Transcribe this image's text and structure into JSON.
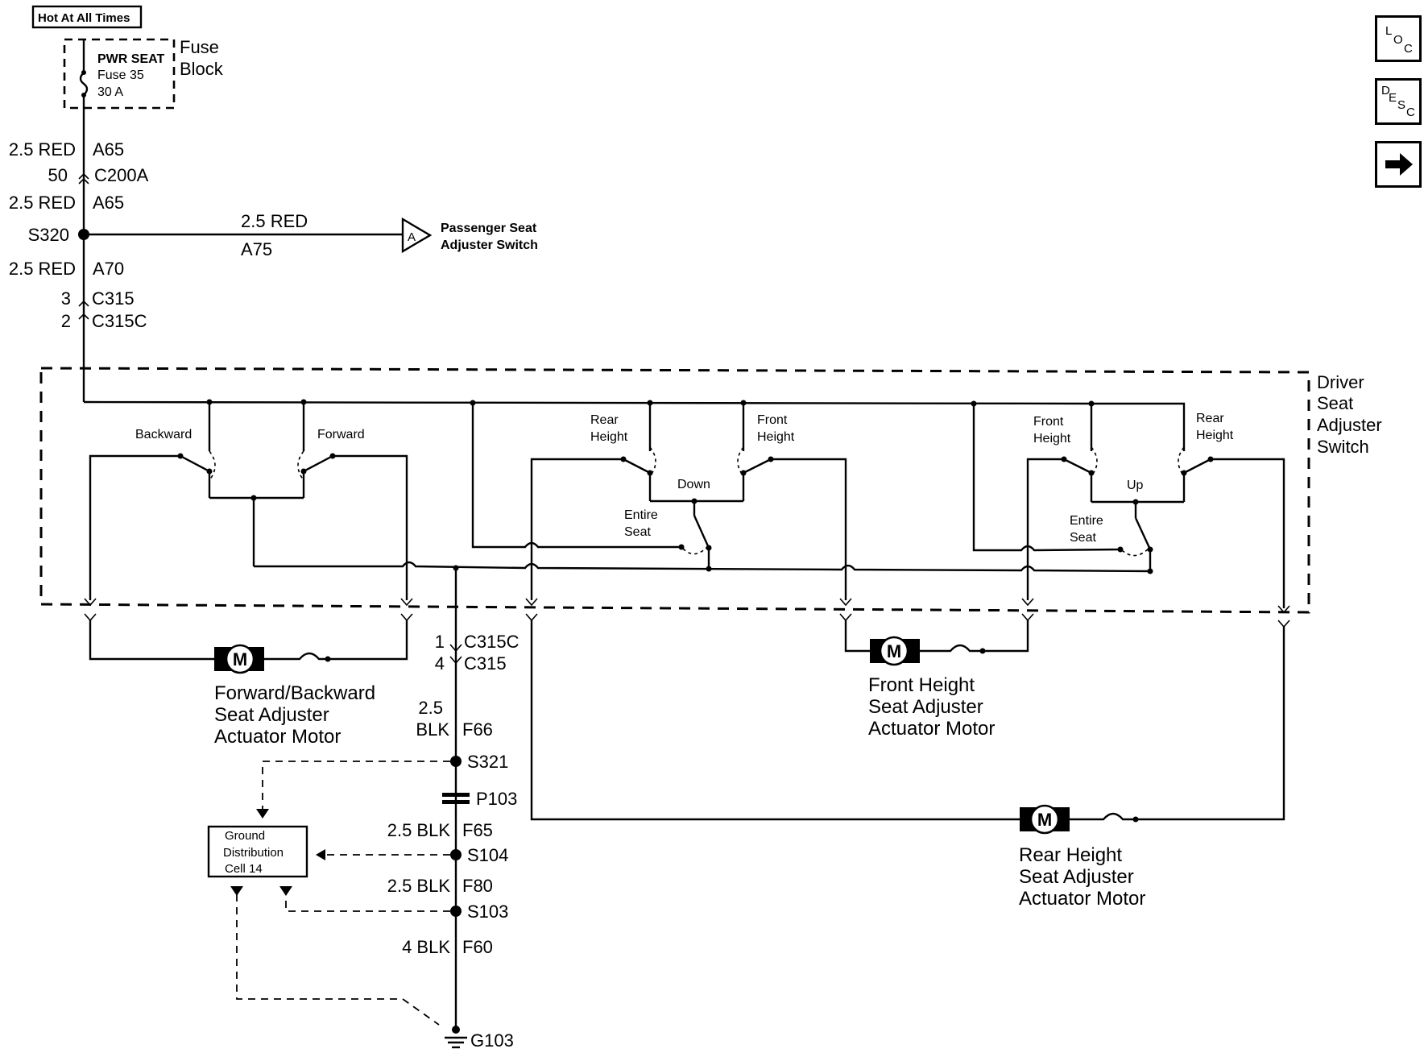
{
  "header": {
    "hot_label": "Hot At All Times"
  },
  "nav": {
    "loc": [
      "L",
      "O",
      "C"
    ],
    "desc": [
      "D",
      "E",
      "S",
      "C"
    ],
    "next_arrow": "arrow-right-icon"
  },
  "fuse": {
    "block_label": [
      "Fuse",
      "Block"
    ],
    "lines": [
      "PWR SEAT",
      "Fuse 35",
      "30 A"
    ]
  },
  "feed": {
    "wire1_size": "2.5 RED",
    "wire1_circuit": "A65",
    "c200_pin": "50",
    "c200_name": "C200A",
    "wire2_size": "2.5 RED",
    "wire2_circuit": "A65",
    "splice": "S320",
    "wire3_size": "2.5 RED",
    "wire3_circuit": "A70",
    "c315_pin": "3",
    "c315_name": "C315",
    "c315c_pin": "2",
    "c315c_name": "C315C"
  },
  "branch": {
    "wire_size": "2.5 RED",
    "wire_circuit": "A75",
    "connector": "A",
    "target": [
      "Passenger Seat",
      "Adjuster Switch"
    ]
  },
  "switch_assembly": {
    "label": [
      "Driver",
      "Seat",
      "Adjuster",
      "Switch"
    ],
    "backward": "Backward",
    "forward": "Forward",
    "down_rear": [
      "Rear",
      "Height"
    ],
    "down_front": [
      "Front",
      "Height"
    ],
    "down": "Down",
    "down_entire": [
      "Entire",
      "Seat"
    ],
    "up_front": [
      "Front",
      "Height"
    ],
    "up_rear": [
      "Rear",
      "Height"
    ],
    "up": "Up",
    "up_entire": [
      "Entire",
      "Seat"
    ]
  },
  "motors": {
    "symbol": "M",
    "fwd_back": [
      "Forward/Backward",
      "Seat Adjuster",
      "Actuator Motor"
    ],
    "front": [
      "Front Height",
      "Seat Adjuster",
      "Actuator Motor"
    ],
    "rear": [
      "Rear Height",
      "Seat Adjuster",
      "Actuator Motor"
    ]
  },
  "ground_path": {
    "c315c_pin": "1",
    "c315c_name": "C315C",
    "c315_pin": "4",
    "c315_name": "C315",
    "f66_size": [
      "2.5",
      "BLK"
    ],
    "f66_circuit": "F66",
    "s321": "S321",
    "p103": "P103",
    "f65_size": "2.5 BLK",
    "f65_circuit": "F65",
    "s104": "S104",
    "f80_size": "2.5 BLK",
    "f80_circuit": "F80",
    "s103": "S103",
    "f60_size": "4 BLK",
    "f60_circuit": "F60",
    "g103": "G103"
  },
  "ground_dist": [
    "Ground",
    "Distribution",
    "Cell 14"
  ]
}
